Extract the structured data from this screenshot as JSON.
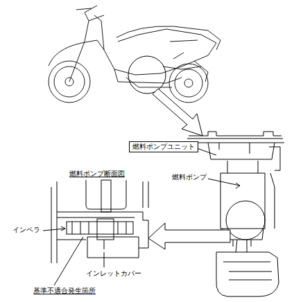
{
  "diagram": {
    "nodes": [
      {
        "text": [
          "燃料ポンプユニット"
        ]
      }
    ],
    "labels": [
      "燃料ポンプ",
      "燃料ポンプ断面図",
      "インペラ",
      "インレットカバー",
      "基準不適合発生箇所"
    ]
  }
}
